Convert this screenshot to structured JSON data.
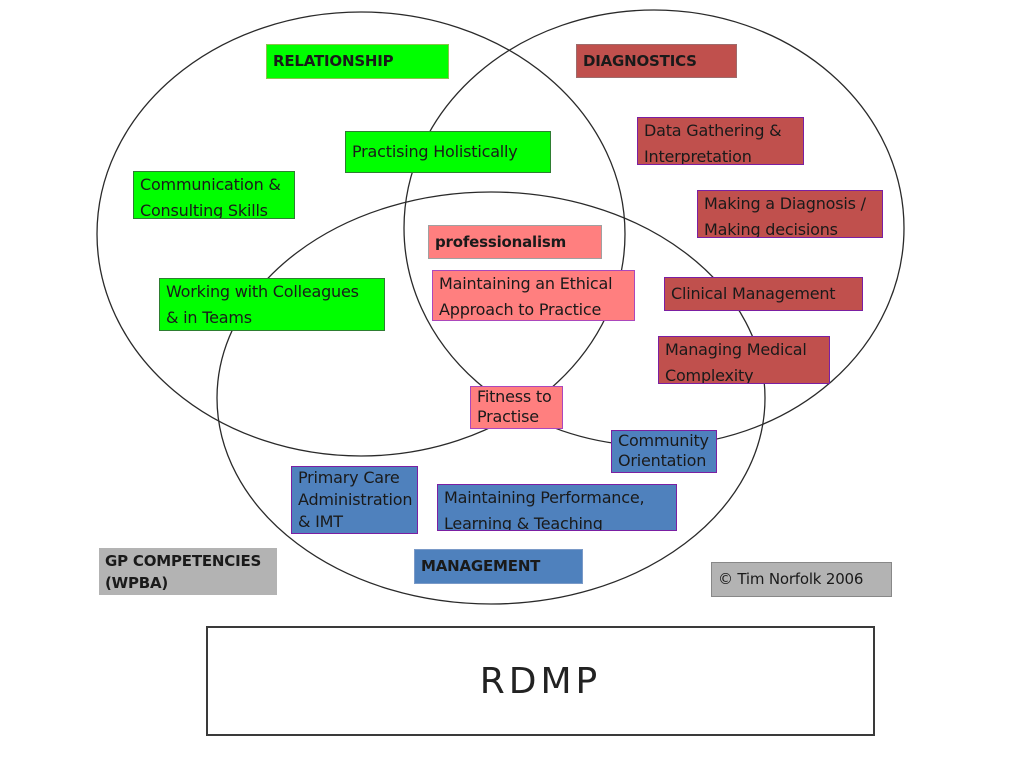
{
  "headings": {
    "relationship": "RELATIONSHIP",
    "diagnostics": "DIAGNOSTICS",
    "professionalism": "professionalism",
    "management": "MANAGEMENT"
  },
  "relationship_items": {
    "practising_holistically": "Practising Holistically",
    "communication": [
      "Communication  &",
      "Consulting Skills"
    ],
    "working_with_colleagues": [
      "Working with Colleagues",
      "& in Teams"
    ]
  },
  "diagnostics_items": {
    "data_gathering": [
      "Data Gathering &",
      "Interpretation"
    ],
    "making_diagnosis": [
      "Making a Diagnosis /",
      "Making decisions"
    ],
    "clinical_management": "Clinical Management",
    "managing_complexity": [
      "Managing Medical",
      "Complexity"
    ]
  },
  "professionalism_items": {
    "ethical_approach": [
      "Maintaining an Ethical",
      "Approach to Practice"
    ],
    "fitness": [
      "Fitness to",
      "Practise"
    ]
  },
  "management_items": {
    "community": [
      "Community",
      "Orientation"
    ],
    "primary_care": [
      "Primary Care",
      "Administration",
      "& IMT"
    ],
    "maintaining_performance": [
      "Maintaining Performance,",
      "Learning & Teaching"
    ]
  },
  "legend": [
    "GP COMPETENCIES",
    "(WPBA)"
  ],
  "copyright": "© Tim Norfolk 2006",
  "slide_title": "RDMP",
  "colors": {
    "relationship": "#00ff00",
    "diagnostics": "#c0504d",
    "professionalism": "#ff7f7f",
    "management": "#4f81bd",
    "legend": "#b3b3b3"
  }
}
